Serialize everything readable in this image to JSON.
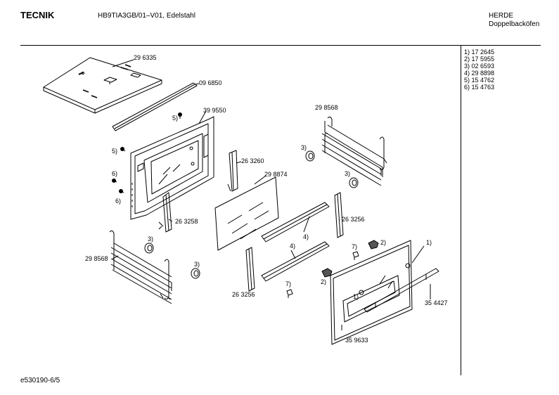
{
  "header": {
    "brand": "TECNIK",
    "model": "HB9TIA3GB/01–V01, Edelstahl",
    "category1": "HERDE",
    "category2": "Doppelbacköfen"
  },
  "legend": [
    {
      "text": "1) 17 2645"
    },
    {
      "text": "2) 17 5955"
    },
    {
      "text": "3) 02 6593"
    },
    {
      "text": "4) 29 8898"
    },
    {
      "text": "5) 15 4762"
    },
    {
      "text": "6) 15 4763"
    }
  ],
  "labels": {
    "top_plate": "29 6335",
    "seal_strip": "09 6850",
    "inner_door": "39 9550",
    "rack_right": "29 8568",
    "rack_left": "29 8568",
    "glass": "29 8874",
    "profile_a": "26 3260",
    "profile_b": "26 3258",
    "profile_c": "26 3256",
    "profile_d": "26 3256",
    "handle": "35 4427",
    "door": "35 9633",
    "r1a": "1)",
    "r1b": "1)",
    "r2a": "2)",
    "r2b": "2)",
    "r3a": "3)",
    "r3b": "3)",
    "r3c": "3)",
    "r3d": "3)",
    "r4a": "4)",
    "r4b": "4)",
    "r5a": "5)",
    "r5b": "5)",
    "r6a": "6)",
    "r6b": "6)",
    "r7a": "7)",
    "r7b": "7)"
  },
  "footer": "e530190-6/5"
}
